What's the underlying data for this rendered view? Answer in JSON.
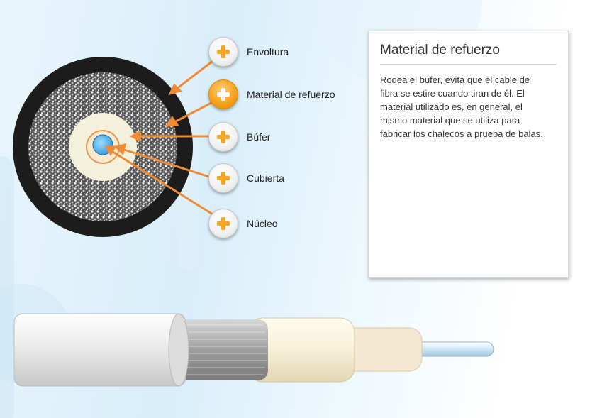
{
  "callouts": [
    {
      "label": "Envoltura",
      "active": false
    },
    {
      "label": "Material de refuerzo",
      "active": true
    },
    {
      "label": "Búfer",
      "active": false
    },
    {
      "label": "Cubierta",
      "active": false
    },
    {
      "label": "Núcleo",
      "active": false
    }
  ],
  "panel": {
    "title": "Material de refuerzo",
    "text": "Rodea el búfer, evita que el cable de fibra se estire cuando tiran de él. El material utilizado es, en general, el mismo material que se utiliza para fabricar los chalecos a prueba de balas."
  },
  "colors": {
    "accent": "#f5a623",
    "arrow": "#f08a35",
    "jacket": "#1f1f1f",
    "core": "#4fb3e8"
  },
  "icons": [
    "plus-icon",
    "arrow-icon"
  ]
}
